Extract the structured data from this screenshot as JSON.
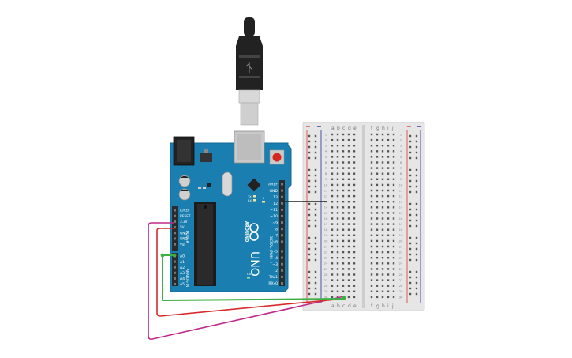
{
  "arduino": {
    "logo_text": "ARDUINO",
    "model": "UNO",
    "on_label": "ON",
    "tx_label": "TX",
    "rx_label": "RX",
    "l_label": "L",
    "power_header_title": "POWER",
    "analog_header_title": "ANALOG IN",
    "digital_header_title": "DIGITAL (PWM~)",
    "power_pins": [
      "IOREF",
      "RESET",
      "3.3V",
      "5V",
      "GND",
      "GND",
      "Vin"
    ],
    "analog_pins": [
      "A0",
      "A1",
      "A2",
      "A3",
      "A4",
      "A5"
    ],
    "digital_pins": [
      "AREF",
      "GND",
      "13",
      "12",
      "~11",
      "~10",
      "~9",
      "8",
      "7",
      "~6",
      "~5",
      "4",
      "~3",
      "2",
      "TX▸1",
      "RX◂0"
    ]
  },
  "breadboard": {
    "plus_sign": "+",
    "minus_sign": "−",
    "columns_left": [
      "a",
      "b",
      "c",
      "d",
      "e"
    ],
    "columns_right": [
      "f",
      "g",
      "h",
      "i",
      "j"
    ],
    "row_numbers": [
      "1",
      "2",
      "3",
      "4",
      "5",
      "6",
      "7",
      "8",
      "9",
      "10",
      "11",
      "12",
      "13",
      "14",
      "15",
      "16",
      "17",
      "18",
      "19",
      "20",
      "21",
      "22",
      "23",
      "24",
      "25",
      "26",
      "27",
      "28",
      "29",
      "30"
    ]
  },
  "wires": [
    {
      "name": "gnd-wire",
      "color": "#222222"
    },
    {
      "name": "green-wire",
      "color": "#3cb043"
    },
    {
      "name": "red-wire",
      "color": "#d62b2b"
    },
    {
      "name": "magenta-wire",
      "color": "#c0288a"
    }
  ],
  "colors": {
    "board": "#1a7fb0",
    "board_edge": "#146a93",
    "header": "#2b2b2b",
    "chip": "#222222",
    "usb_plug": "#222222",
    "usb_metal": "#cfcfcf",
    "breadboard": "#e6e6e6",
    "rail_red": "#e03030",
    "rail_blue": "#2a2a9a"
  }
}
